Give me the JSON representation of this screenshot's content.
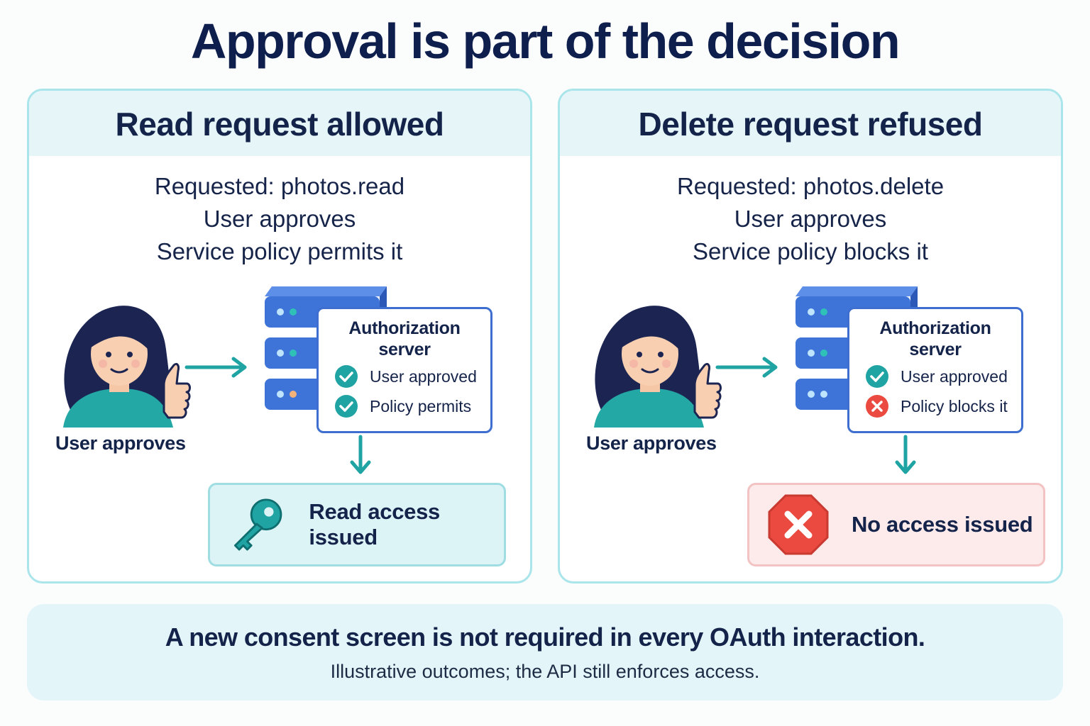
{
  "title": "Approval is part of the decision",
  "colors": {
    "teal": "#1fa3a3",
    "blue": "#3e6fd0",
    "navy": "#14234a",
    "red": "#ea4a3f",
    "panel_border": "#a9e5ea",
    "panel_head_bg": "#e5f5f8"
  },
  "panels": [
    {
      "heading": "Read request allowed",
      "conditions": [
        "Requested: photos.read",
        "User approves",
        "Service policy permits it"
      ],
      "person_label": "User approves",
      "auth_card": {
        "title_line1": "Authorization",
        "title_line2": "server",
        "checks": [
          {
            "label": "User approved",
            "status": "pass",
            "icon": "check-circle-icon"
          },
          {
            "label": "Policy permits",
            "status": "pass",
            "icon": "check-circle-icon"
          }
        ]
      },
      "result": {
        "label": "Read access issued",
        "icon": "key-icon",
        "tone": "success"
      }
    },
    {
      "heading": "Delete request refused",
      "conditions": [
        "Requested: photos.delete",
        "User approves",
        "Service policy blocks it"
      ],
      "person_label": "User approves",
      "auth_card": {
        "title_line1": "Authorization",
        "title_line2": "server",
        "checks": [
          {
            "label": "User approved",
            "status": "pass",
            "icon": "check-circle-icon"
          },
          {
            "label": "Policy blocks it",
            "status": "fail",
            "icon": "x-circle-icon"
          }
        ]
      },
      "result": {
        "label": "No access issued",
        "icon": "stop-x-icon",
        "tone": "denied"
      }
    }
  ],
  "footer": {
    "main": "A new consent screen is not required in every OAuth interaction.",
    "sub": "Illustrative outcomes; the API still enforces access."
  }
}
